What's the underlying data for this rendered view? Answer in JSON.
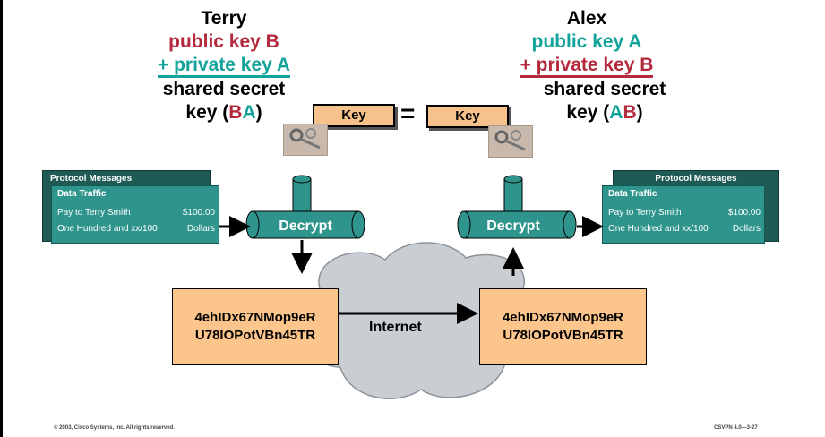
{
  "terry": {
    "name": "Terry",
    "public_key": "public key B",
    "private_key": "+ private key A",
    "shared_secret": "shared secret",
    "key_prefix": "key (",
    "key_b": "B",
    "key_a": "A",
    "key_suffix": ")"
  },
  "alex": {
    "name": "Alex",
    "public_key": "public key A",
    "private_key": "+ private key B",
    "shared_secret": "shared secret",
    "key_prefix": "key (",
    "key_a": "A",
    "key_b": "B",
    "key_suffix": ")"
  },
  "key_left": "Key",
  "key_right": "Key",
  "equals": "=",
  "left_card": {
    "back_title": "Protocol Messages",
    "front_title": "Data Traffic",
    "row1_left": "Pay to Terry Smith",
    "row1_right": "$100.00",
    "row2_left": "One Hundred and xx/100",
    "row2_right": "Dollars"
  },
  "right_card": {
    "back_title": "Protocol Messages",
    "front_title": "Data Traffic",
    "row1_left": "Pay to Terry Smith",
    "row1_right": "$100.00",
    "row2_left": "One Hundred and xx/100",
    "row2_right": "Dollars"
  },
  "decrypt_left": "Decrypt",
  "decrypt_right": "Decrypt",
  "cipher_left": {
    "line1": "4ehIDx67NMop9eR",
    "line2": "U78IOPotVBn45TR"
  },
  "cipher_right": {
    "line1": "4ehIDx67NMop9eR",
    "line2": "U78IOPotVBn45TR"
  },
  "internet": "Internet",
  "footer_left": "© 2003, Cisco Systems, Inc. All rights reserved.",
  "footer_right": "CSVPN 4.0—3-27",
  "colors": {
    "red": "#b5293d",
    "teal": "#12a39a",
    "card": "#2f958c",
    "cipher_bg": "#fcc58c"
  }
}
